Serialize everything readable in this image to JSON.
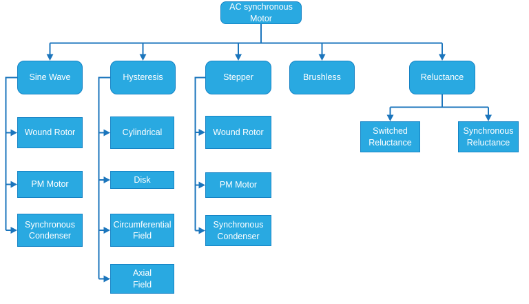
{
  "colors": {
    "node_fill": "#29A9E1",
    "node_border": "#1583C5",
    "connector": "#1B75BC",
    "label_text": "#FFFFFF",
    "background": "#FFFFFF"
  },
  "diagram": {
    "root": {
      "label": "AC synchronous\nMotor"
    },
    "branches": [
      {
        "label": "Sine Wave",
        "children": [
          {
            "label": "Wound Rotor"
          },
          {
            "label": "PM Motor"
          },
          {
            "label": "Synchronous\nCondenser"
          }
        ]
      },
      {
        "label": "Hysteresis",
        "children": [
          {
            "label": "Cylindrical"
          },
          {
            "label": "Disk"
          },
          {
            "label": "Circumferential\nField"
          },
          {
            "label": "Axial\nField"
          }
        ]
      },
      {
        "label": "Stepper",
        "children": [
          {
            "label": "Wound Rotor"
          },
          {
            "label": "PM Motor"
          },
          {
            "label": "Synchronous\nCondenser"
          }
        ]
      },
      {
        "label": "Brushless",
        "children": []
      },
      {
        "label": "Reluctance",
        "children": [
          {
            "label": "Switched\nReluctance"
          },
          {
            "label": "Synchronous\nReluctance"
          }
        ]
      }
    ]
  }
}
